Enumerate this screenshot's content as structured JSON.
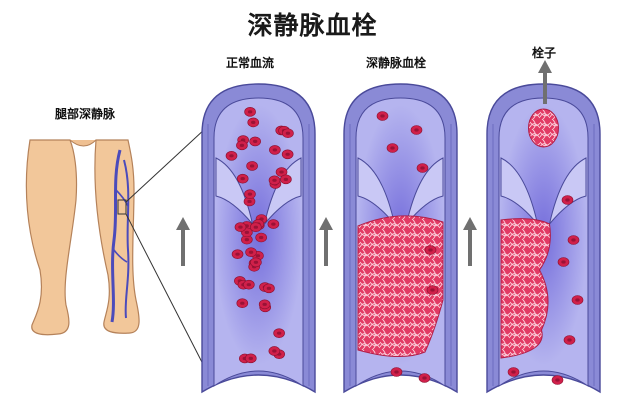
{
  "title": "深静脉血栓",
  "labels": {
    "leg": "腿部深静脉",
    "normal": "正常血流",
    "dvt": "深静脉血栓",
    "embolus": "栓子"
  },
  "colors": {
    "vessel_wall": "#8a8ad6",
    "vessel_inner": "#b5b4ef",
    "vessel_outline": "#4a4a9a",
    "blood_cell": "#d0204a",
    "clot_mesh": "#f6b8cb",
    "arrow": "#707070",
    "skin": "#f2c79a"
  },
  "icons": [
    "flow-arrow-icon",
    "embolus-arrow-icon"
  ]
}
